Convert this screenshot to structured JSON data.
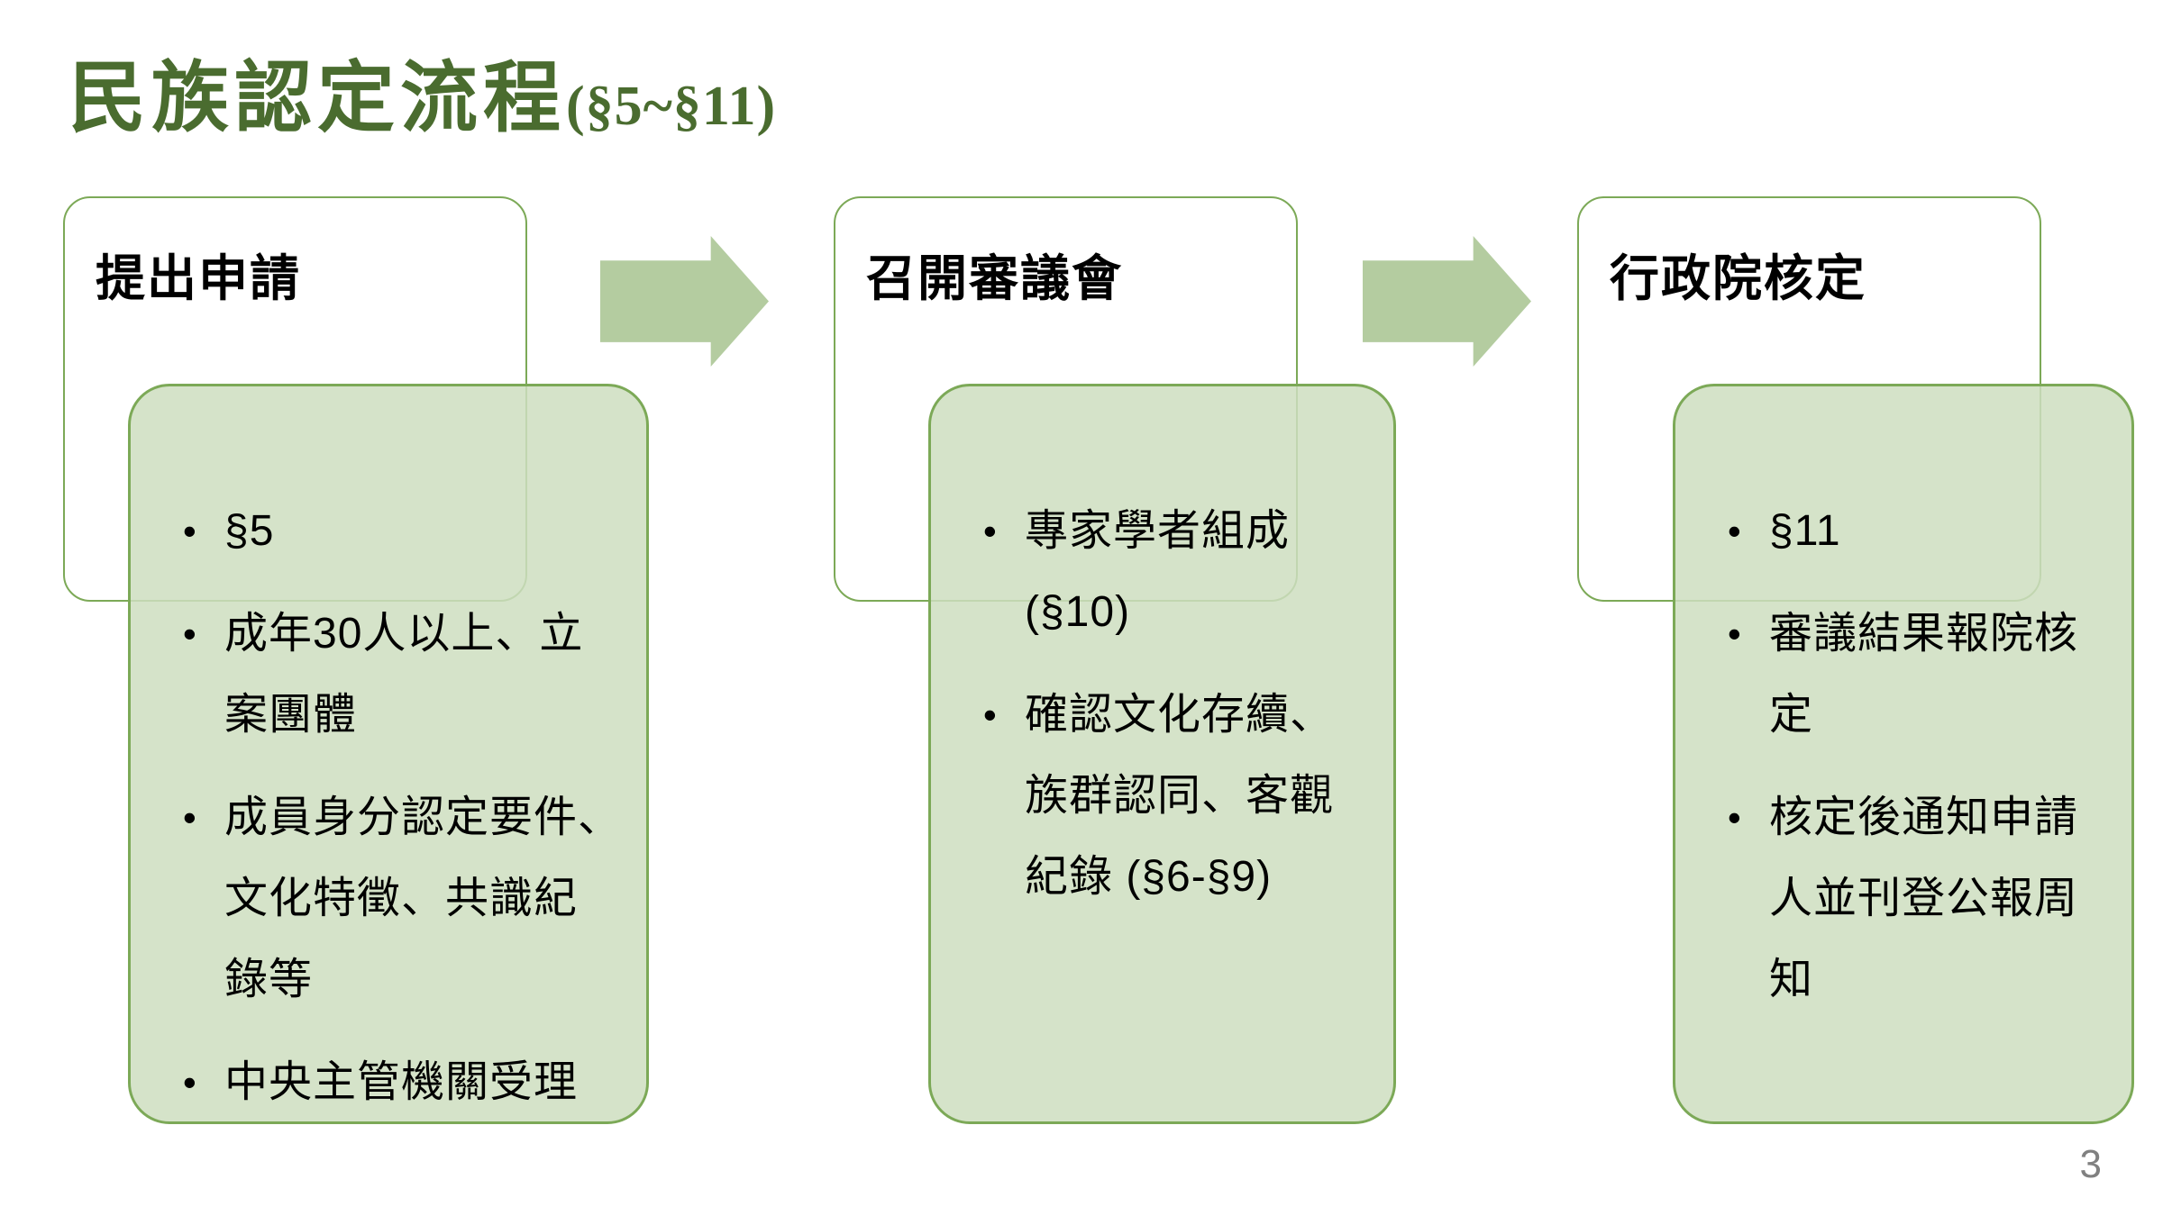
{
  "slide": {
    "title": {
      "main": "民族認定流程",
      "suffix": "(§5~§11)"
    },
    "page_number": "3",
    "colors": {
      "title_color": "#4a6c2f",
      "box_border": "#7ca957",
      "box_fill": "rgba(206,222,192,0.85)",
      "arrow_color": "#b4cca0",
      "page_color": "#808080"
    },
    "steps": [
      {
        "header": "提出申請",
        "bullets": [
          [
            "§5"
          ],
          [
            "成年30人以上、立",
            "案團體"
          ],
          [
            "成員身分認定要件、",
            "文化特徵、共識紀",
            "錄等"
          ],
          [
            "中央主管機關受理"
          ]
        ]
      },
      {
        "header": "召開審議會",
        "bullets": [
          [
            "專家學者組成",
            "(§10)"
          ],
          [
            "確認文化存續、",
            "族群認同、客觀",
            "紀錄 (§6-§9)"
          ]
        ]
      },
      {
        "header": "行政院核定",
        "bullets": [
          [
            "§11"
          ],
          [
            "審議結果報院核",
            "定"
          ],
          [
            "核定後通知申請",
            "人並刊登公報周",
            "知"
          ]
        ]
      }
    ]
  }
}
